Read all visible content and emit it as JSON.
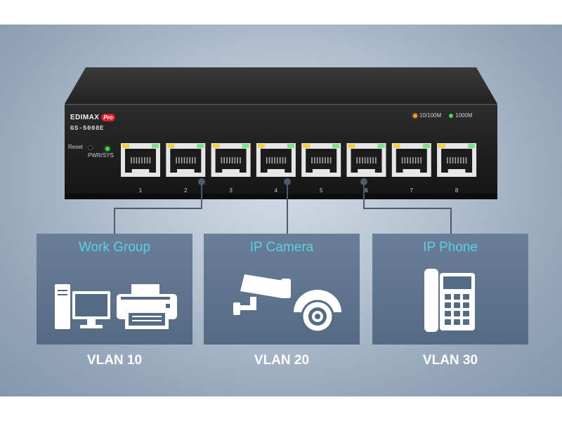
{
  "device": {
    "brand": "EDIMAX",
    "brand_badge": "Pro",
    "model": "GS-5008E",
    "reset_label": "Reset",
    "pwr_label": "PWR/SYS",
    "legend_speed_low": "10/100M",
    "legend_speed_high": "1000M",
    "ports": [
      "1",
      "2",
      "3",
      "4",
      "5",
      "6",
      "7",
      "8"
    ]
  },
  "groups": [
    {
      "title": "Work Group",
      "vlan": "VLAN 10",
      "icons": [
        "desktop-computer-icon",
        "printer-icon"
      ]
    },
    {
      "title": "IP Camera",
      "vlan": "VLAN 20",
      "icons": [
        "security-camera-icon",
        "dome-camera-icon"
      ]
    },
    {
      "title": "IP Phone",
      "vlan": "VLAN 30",
      "icons": [
        "desk-phone-icon"
      ]
    }
  ],
  "colors": {
    "title_accent": "#5ad0e6",
    "led_green": "#3fdc4b",
    "led_amber": "#f3a020",
    "brand_red": "#d8232a"
  }
}
